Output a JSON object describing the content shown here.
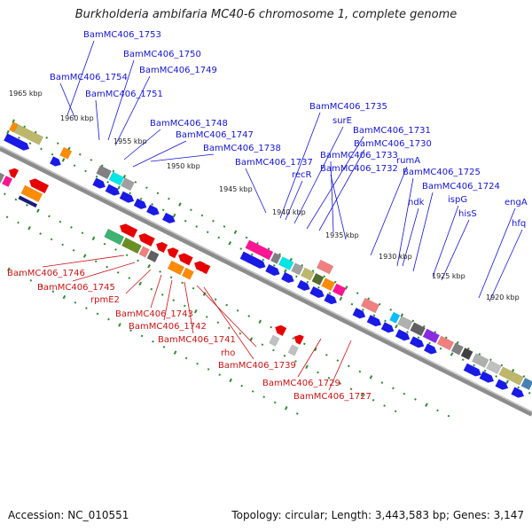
{
  "title": "Burkholderia ambifaria MC40-6 chromosome 1, complete genome",
  "footer": {
    "accession": "Accession: NC_010551",
    "summary": "Topology: circular; Length: 3,443,583 bp; Genes: 3,147"
  },
  "colors": {
    "upper_label": "#1414d2",
    "lower_label": "#c81414",
    "backbone": "#8c8c8c"
  },
  "scale_labels": [
    "1965 kbp",
    "1960 kbp",
    "1955 kbp",
    "1950 kbp",
    "1945 kbp",
    "1940 kbp",
    "1935 kbp",
    "1930 kbp",
    "1925 kbp",
    "1920 kbp"
  ],
  "upper_genes": [
    "BamMC406_1753",
    "BamMC406_1750",
    "BamMC406_1749",
    "BamMC406_1754",
    "BamMC406_1751",
    "BamMC406_1748",
    "BamMC406_1747",
    "BamMC406_1738",
    "BamMC406_1737",
    "recR",
    "BamMC406_1735",
    "surE",
    "BamMC406_1731",
    "BamMC406_1730",
    "BamMC406_1733",
    "BamMC406_1732",
    "rumA",
    "BamMC406_1725",
    "BamMC406_1724",
    "ndk",
    "ispG",
    "hisS",
    "engA",
    "hfq"
  ],
  "lower_genes": [
    "BamMC406_1746",
    "BamMC406_1745",
    "rpmE2",
    "BamMC406_1743",
    "BamMC406_1742",
    "BamMC406_1741",
    "rho",
    "BamMC406_1739",
    "BamMC406_1729",
    "BamMC406_1727"
  ]
}
